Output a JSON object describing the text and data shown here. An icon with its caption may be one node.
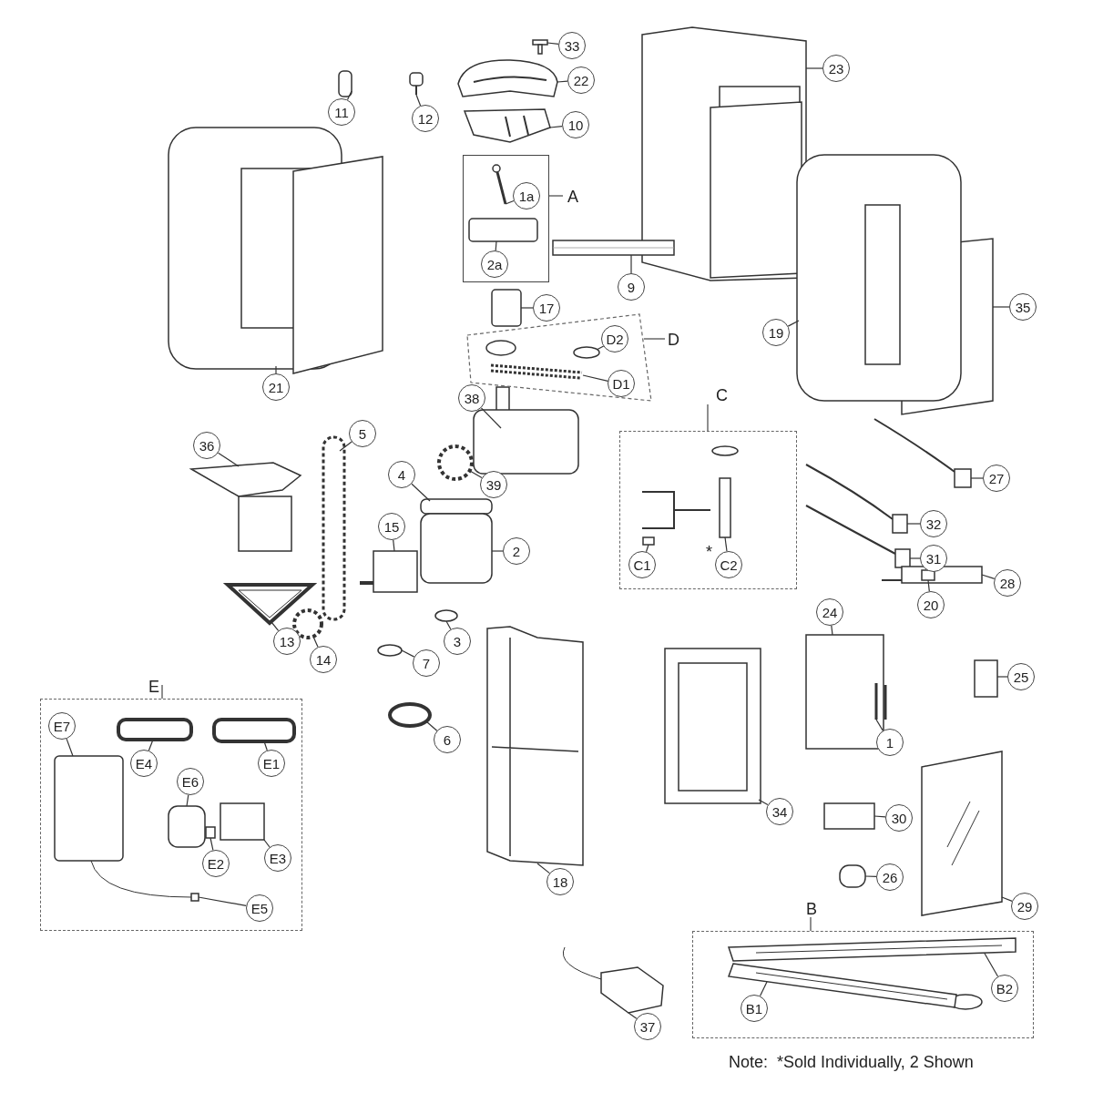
{
  "diagram": {
    "nodes": [
      {
        "text": [
          "33"
        ]
      },
      {
        "text": [
          "22"
        ]
      },
      {
        "text": [
          "23"
        ]
      },
      {
        "text": [
          "11"
        ]
      },
      {
        "text": [
          "12"
        ]
      },
      {
        "text": [
          "10"
        ]
      },
      {
        "text": [
          "A"
        ]
      },
      {
        "text": [
          "1a"
        ],
        "in": 6
      },
      {
        "text": [
          "2a"
        ],
        "in": 6
      },
      {
        "text": [
          "9"
        ]
      },
      {
        "text": [
          "17"
        ]
      },
      {
        "text": [
          "35"
        ]
      },
      {
        "text": [
          "19"
        ]
      },
      {
        "text": [
          "D"
        ]
      },
      {
        "text": [
          "D2"
        ],
        "in": 13
      },
      {
        "text": [
          "D1"
        ],
        "in": 13
      },
      {
        "text": [
          "21"
        ]
      },
      {
        "text": [
          "C"
        ]
      },
      {
        "text": [
          "C1"
        ],
        "in": 17
      },
      {
        "text": [
          "C2"
        ],
        "in": 17
      },
      {
        "text": [
          "38"
        ]
      },
      {
        "text": [
          "5"
        ]
      },
      {
        "text": [
          "36"
        ]
      },
      {
        "text": [
          "4"
        ]
      },
      {
        "text": [
          "27"
        ]
      },
      {
        "text": [
          "39"
        ]
      },
      {
        "text": [
          "15"
        ]
      },
      {
        "text": [
          "32"
        ]
      },
      {
        "text": [
          "2"
        ]
      },
      {
        "text": [
          "31"
        ]
      },
      {
        "text": [
          "28"
        ]
      },
      {
        "text": [
          "20"
        ]
      },
      {
        "text": [
          "24"
        ]
      },
      {
        "text": [
          "13"
        ]
      },
      {
        "text": [
          "14"
        ]
      },
      {
        "text": [
          "3"
        ]
      },
      {
        "text": [
          "7"
        ]
      },
      {
        "text": [
          "E"
        ]
      },
      {
        "text": [
          "E7"
        ],
        "in": 37
      },
      {
        "text": [
          "E4"
        ],
        "in": 37
      },
      {
        "text": [
          "E1"
        ],
        "in": 37
      },
      {
        "text": [
          "E6"
        ],
        "in": 37
      },
      {
        "text": [
          "E2"
        ],
        "in": 37
      },
      {
        "text": [
          "E3"
        ],
        "in": 37
      },
      {
        "text": [
          "E5"
        ],
        "in": 37
      },
      {
        "text": [
          "25"
        ]
      },
      {
        "text": [
          "6"
        ]
      },
      {
        "text": [
          "1"
        ]
      },
      {
        "text": [
          "30"
        ]
      },
      {
        "text": [
          "34"
        ]
      },
      {
        "text": [
          "18"
        ]
      },
      {
        "text": [
          "26"
        ]
      },
      {
        "text": [
          "29"
        ]
      },
      {
        "text": [
          "B"
        ]
      },
      {
        "text": [
          "B1"
        ],
        "in": 53
      },
      {
        "text": [
          "B2"
        ],
        "in": 53
      },
      {
        "text": [
          "37"
        ]
      },
      {
        "text": [],
        "shape": "picture"
      },
      {
        "text": [],
        "shape": "picture"
      },
      {
        "text": [],
        "shape": "picture"
      },
      {
        "text": [],
        "shape": "box"
      },
      {
        "text": [],
        "shape": "picture"
      },
      {
        "text": [],
        "shape": "picture"
      },
      {
        "text": [],
        "shape": "picture",
        "in": 6
      },
      {
        "text": [],
        "shape": "box",
        "in": 6
      },
      {
        "text": [],
        "shape": "bar"
      },
      {
        "text": [],
        "shape": "box"
      },
      {
        "text": [],
        "shape": "picture"
      },
      {
        "text": [],
        "shape": "picture"
      },
      {
        "text": [],
        "shape": "circle",
        "in": 13
      },
      {
        "text": [],
        "shape": "picture",
        "in": 13
      },
      {
        "text": [],
        "shape": "picture"
      },
      {
        "text": [],
        "shape": "box",
        "in": 17
      },
      {
        "text": [],
        "shape": "box",
        "in": 17
      },
      {
        "text": [],
        "shape": "picture"
      },
      {
        "text": [],
        "shape": "box"
      },
      {
        "text": [],
        "shape": "picture"
      },
      {
        "text": [],
        "shape": "box"
      },
      {
        "text": [],
        "shape": "picture"
      },
      {
        "text": [],
        "shape": "circle"
      },
      {
        "text": [],
        "shape": "box"
      },
      {
        "text": [],
        "shape": "picture"
      },
      {
        "text": [],
        "shape": "box"
      },
      {
        "text": [],
        "shape": "picture"
      },
      {
        "text": [],
        "shape": "box"
      },
      {
        "text": [],
        "shape": "box",
        "in": 84
      },
      {
        "text": [],
        "shape": "box"
      },
      {
        "text": [],
        "shape": "picture"
      },
      {
        "text": [],
        "shape": "circle"
      },
      {
        "text": [],
        "shape": "circle"
      },
      {
        "text": [],
        "shape": "circle"
      },
      {
        "text": [],
        "shape": "box",
        "in": 37
      },
      {
        "text": [],
        "shape": "box",
        "in": 37
      },
      {
        "text": [],
        "shape": "box",
        "in": 37
      },
      {
        "text": [],
        "shape": "box",
        "in": 37
      },
      {
        "text": [],
        "shape": "box",
        "in": 37
      },
      {
        "text": [],
        "shape": "box",
        "in": 37
      },
      {
        "text": [],
        "shape": "picture",
        "in": 37
      },
      {
        "text": [],
        "shape": "box"
      },
      {
        "text": [],
        "shape": "circle"
      },
      {
        "text": [],
        "shape": "picture"
      },
      {
        "text": [],
        "shape": "box"
      },
      {
        "text": [],
        "shape": "picture"
      },
      {
        "text": [],
        "shape": "picture"
      },
      {
        "text": [],
        "shape": "box"
      },
      {
        "text": [],
        "shape": "picture"
      },
      {
        "text": [],
        "shape": "picture",
        "in": 53
      },
      {
        "text": [],
        "shape": "picture",
        "in": 53
      },
      {
        "text": [],
        "shape": "picture"
      }
    ],
    "edges": [
      {
        "from": 0,
        "to": 57,
        "arrow": "none"
      },
      {
        "from": 1,
        "to": 58,
        "arrow": "none"
      },
      {
        "from": 2,
        "to": 59,
        "arrow": "none"
      },
      {
        "from": 3,
        "to": 60,
        "arrow": "none"
      },
      {
        "from": 4,
        "to": 61,
        "arrow": "none"
      },
      {
        "from": 5,
        "to": 62,
        "arrow": "none"
      },
      {
        "from": 7,
        "to": 63,
        "arrow": "none"
      },
      {
        "from": 8,
        "to": 64,
        "arrow": "none"
      },
      {
        "from": 9,
        "to": 65,
        "arrow": "none"
      },
      {
        "from": 10,
        "to": 66,
        "arrow": "none"
      },
      {
        "from": 11,
        "to": 67,
        "arrow": "none"
      },
      {
        "from": 12,
        "to": 68,
        "arrow": "none"
      },
      {
        "from": 14,
        "to": 69,
        "arrow": "none"
      },
      {
        "from": 15,
        "to": 70,
        "arrow": "none"
      },
      {
        "from": 16,
        "to": 71,
        "arrow": "none"
      },
      {
        "from": 18,
        "to": 72,
        "arrow": "none"
      },
      {
        "from": 19,
        "to": 73,
        "arrow": "none"
      },
      {
        "from": 20,
        "to": 74,
        "arrow": "none"
      },
      {
        "from": 21,
        "to": 75,
        "arrow": "none"
      },
      {
        "from": 22,
        "to": 76,
        "arrow": "none"
      },
      {
        "from": 23,
        "to": 77,
        "arrow": "none"
      },
      {
        "from": 24,
        "to": 78,
        "arrow": "none"
      },
      {
        "from": 25,
        "to": 79,
        "arrow": "none"
      },
      {
        "from": 26,
        "to": 80,
        "arrow": "none"
      },
      {
        "from": 27,
        "to": 81,
        "arrow": "none"
      },
      {
        "from": 28,
        "to": 82,
        "arrow": "none"
      },
      {
        "from": 29,
        "to": 83,
        "arrow": "none"
      },
      {
        "from": 30,
        "to": 84,
        "arrow": "none"
      },
      {
        "from": 31,
        "to": 85,
        "arrow": "none"
      },
      {
        "from": 32,
        "to": 86,
        "arrow": "none"
      },
      {
        "from": 33,
        "to": 87,
        "arrow": "none"
      },
      {
        "from": 34,
        "to": 88,
        "arrow": "none"
      },
      {
        "from": 35,
        "to": 89,
        "arrow": "none"
      },
      {
        "from": 36,
        "to": 90,
        "arrow": "none"
      },
      {
        "from": 38,
        "to": 91,
        "arrow": "none"
      },
      {
        "from": 39,
        "to": 92,
        "arrow": "none"
      },
      {
        "from": 40,
        "to": 93,
        "arrow": "none"
      },
      {
        "from": 41,
        "to": 94,
        "arrow": "none"
      },
      {
        "from": 42,
        "to": 95,
        "arrow": "none"
      },
      {
        "from": 43,
        "to": 96,
        "arrow": "none"
      },
      {
        "from": 44,
        "to": 97,
        "arrow": "none"
      },
      {
        "from": 45,
        "to": 98,
        "arrow": "none"
      },
      {
        "from": 46,
        "to": 99,
        "arrow": "none"
      },
      {
        "from": 47,
        "to": 100,
        "arrow": "none"
      },
      {
        "from": 48,
        "to": 101,
        "arrow": "none"
      },
      {
        "from": 49,
        "to": 102,
        "arrow": "none"
      },
      {
        "from": 50,
        "to": 103,
        "arrow": "none"
      },
      {
        "from": 51,
        "to": 104,
        "arrow": "none"
      },
      {
        "from": 52,
        "to": 105,
        "arrow": "none"
      },
      {
        "from": 54,
        "to": 107,
        "arrow": "none"
      },
      {
        "from": 55,
        "to": 106,
        "arrow": "none"
      },
      {
        "from": 56,
        "to": 108,
        "arrow": "none"
      }
    ],
    "labels": [
      "*",
      "Note:  *Sold Individually, 2 Shown"
    ]
  }
}
